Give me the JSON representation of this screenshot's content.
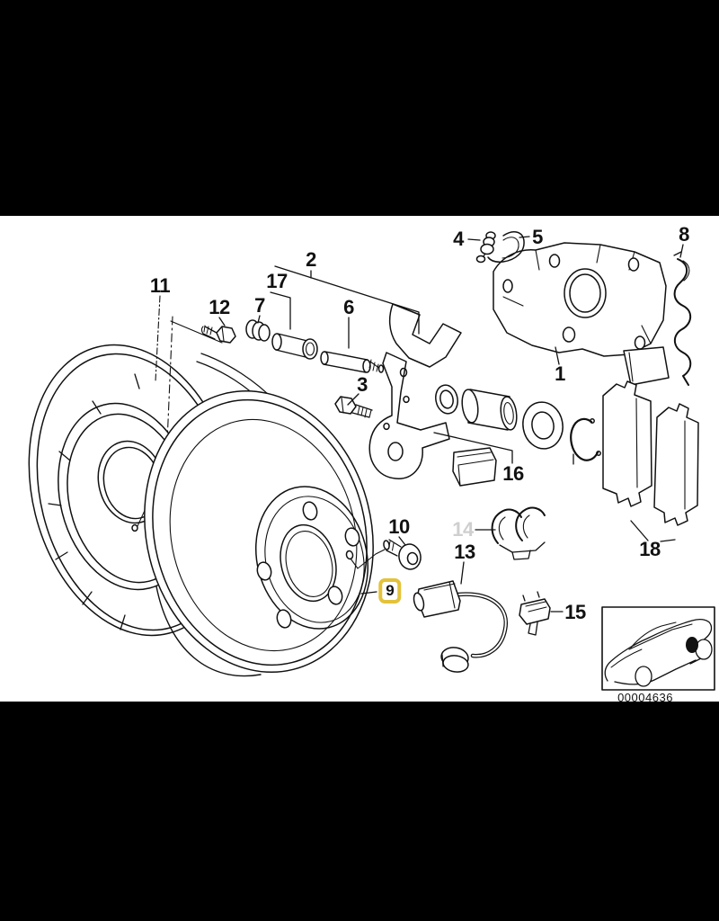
{
  "window": {
    "letterbox_color": "#000000",
    "canvas_background": "#ffffff",
    "line_color": "#111111"
  },
  "labels": {
    "n1": "1",
    "n2": "2",
    "n3": "3",
    "n4": "4",
    "n5": "5",
    "n6": "6",
    "n7": "7",
    "n8": "8",
    "n9": "9",
    "n10": "10",
    "n11": "11",
    "n12": "12",
    "n13": "13",
    "n14": "14",
    "n15": "15",
    "n16": "16",
    "n17": "17",
    "n18": "18"
  },
  "highlight": {
    "part": "9",
    "box_color": "#e3c23b"
  },
  "dimmed": {
    "part": "14",
    "color": "#cfcfcf"
  },
  "footer": {
    "diagram_code": "00004636"
  }
}
